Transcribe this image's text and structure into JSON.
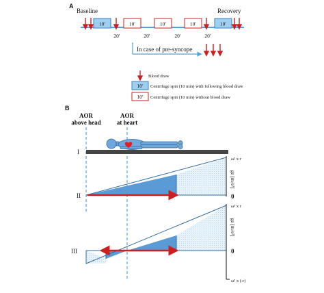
{
  "panel_a": {
    "letter": "A",
    "baseline_label": "Baseline",
    "recovery_label": "Recovery",
    "spin_label": "10′",
    "rest_label": "20′",
    "presyncope_label": "In case of pre-syncope",
    "legend": {
      "blood_draw": "Blood draw",
      "spin_with_draw": "Centrifuge spin (10 min) with following blood draw",
      "spin_without_draw": "Centrifuge spin (10 min) without blood draw"
    }
  },
  "panel_b": {
    "letter": "B",
    "aor_above_head_line1": "AOR",
    "aor_above_head_line2": "above head",
    "aor_at_heart_line1": "AOR",
    "aor_at_heart_line2": "at heart",
    "rows": [
      "I",
      "II",
      "III"
    ],
    "gz_unit_label": "gz [m/s²]",
    "omega_r_top": "ω² x r",
    "omega_r_bottom": "ω² x (-r)",
    "zero_label": "0"
  },
  "colors": {
    "accent_red": "#cc1f1f",
    "spin_blue": "#9fcfee",
    "spin_border": "#3a7fc0",
    "dashed_blue": "#4aa3df",
    "gradient_fill": "#5b9bd5",
    "light_fill": "#dbeaf6",
    "timeline_blue": "#4aa3df"
  }
}
